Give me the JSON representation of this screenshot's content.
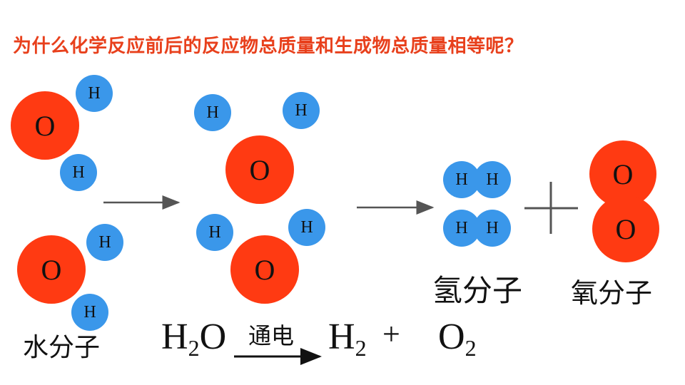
{
  "title": "为什么化学反应前后的反应物总质量和生成物总质量相等呢？",
  "atoms": {
    "oxygen_symbol": "O",
    "hydrogen_symbol": "H"
  },
  "labels": {
    "water_molecule": "水分子",
    "hydrogen_molecule": "氢分子",
    "oxygen_molecule": "氧分子"
  },
  "equation": {
    "reactant_base": "H",
    "reactant_sub": "2",
    "reactant_tail": "O",
    "condition": "通电",
    "product1_base": "H",
    "product1_sub": "2",
    "plus": "+",
    "product2_base": "O",
    "product2_sub": "2"
  },
  "colors": {
    "title": "#e8401c",
    "oxygen": "#ff3a12",
    "hydrogen": "#3a97ea",
    "arrow": "#555555"
  }
}
